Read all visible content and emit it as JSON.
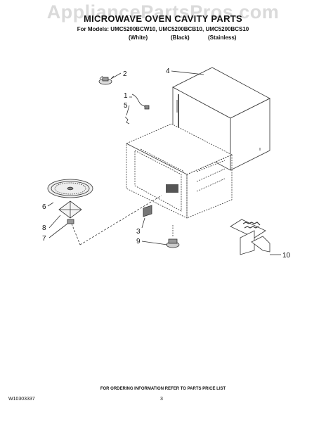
{
  "header": {
    "watermark": "AppliancePartsPros.com",
    "title": "MICROWAVE OVEN CAVITY PARTS",
    "models_line": "For Models: UMC5200BCW10, UMC5200BCB10, UMC5200BCS10",
    "variants": [
      "(White)",
      "(Black)",
      "(Stainless)"
    ]
  },
  "callouts": [
    "1",
    "2",
    "3",
    "4",
    "5",
    "6",
    "7",
    "8",
    "9",
    "10"
  ],
  "footer": {
    "ordering_note": "FOR ORDERING INFORMATION REFER TO PARTS PRICE LIST",
    "doc_number": "W10303337",
    "page_number": "3"
  }
}
